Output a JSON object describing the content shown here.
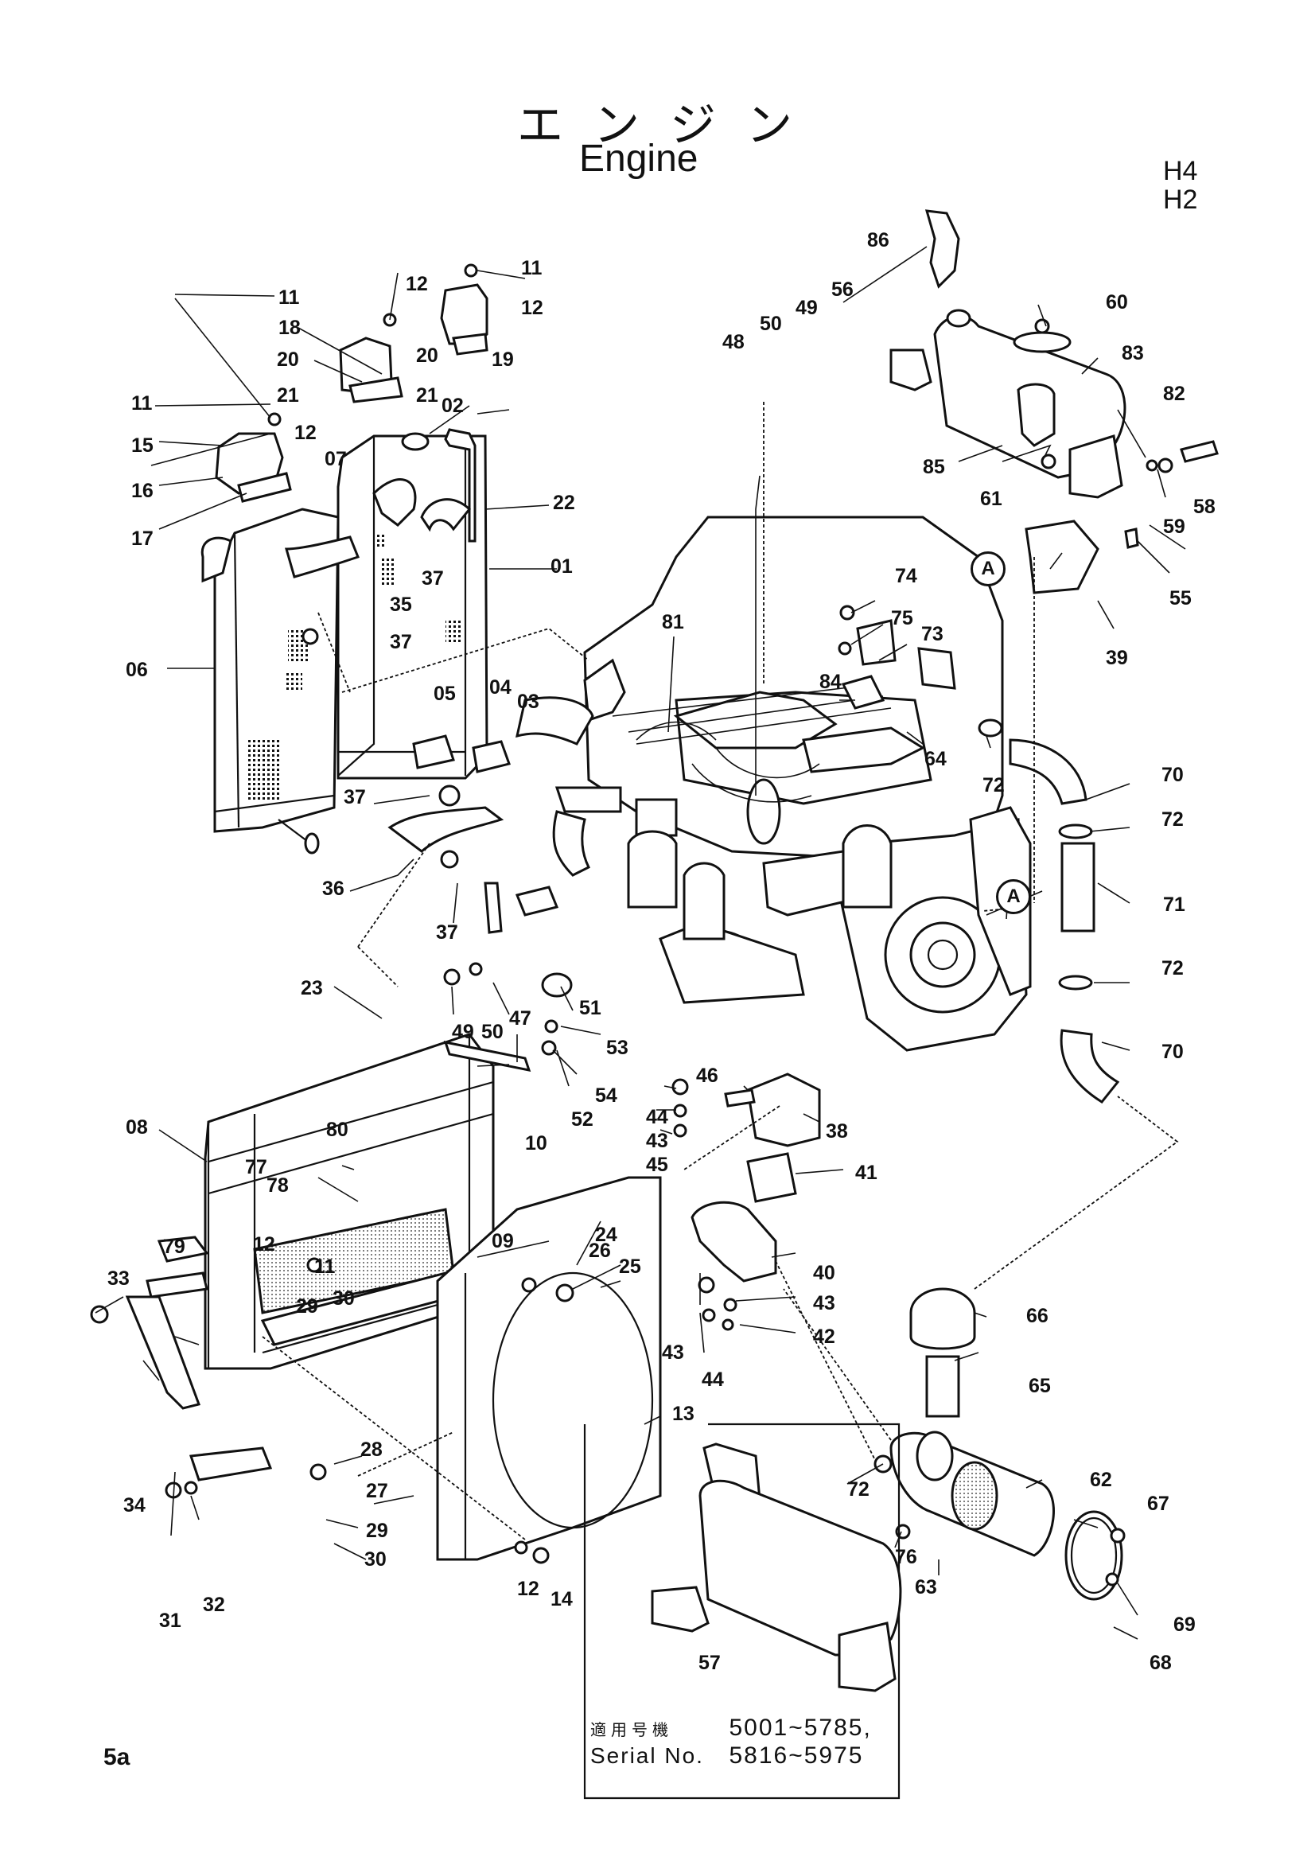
{
  "header": {
    "title_jp": "エンジン",
    "title_en": "Engine",
    "model_codes": [
      "H4",
      "H2"
    ]
  },
  "footer": {
    "page_number": "5a",
    "serial_label_jp": "適用号機",
    "serial_label_en": "Serial No.",
    "serial_ranges": [
      "5001~5785,",
      "5816~5975"
    ]
  },
  "diagram": {
    "callouts": [
      "01",
      "02",
      "03",
      "04",
      "05",
      "06",
      "07",
      "08",
      "09",
      "10",
      "11",
      "12",
      "13",
      "14",
      "15",
      "16",
      "17",
      "18",
      "19",
      "20",
      "21",
      "22",
      "23",
      "24",
      "25",
      "26",
      "27",
      "28",
      "29",
      "30",
      "31",
      "32",
      "33",
      "34",
      "35",
      "36",
      "37",
      "38",
      "39",
      "40",
      "41",
      "42",
      "43",
      "44",
      "45",
      "46",
      "47",
      "48",
      "49",
      "50",
      "51",
      "52",
      "53",
      "54",
      "55",
      "56",
      "57",
      "58",
      "59",
      "60",
      "61",
      "62",
      "63",
      "64",
      "65",
      "66",
      "67",
      "68",
      "69",
      "70",
      "71",
      "72",
      "73",
      "74",
      "75",
      "76",
      "77",
      "78",
      "79",
      "80",
      "81",
      "82",
      "83",
      "84",
      "85",
      "86"
    ],
    "reference_marks": [
      "A"
    ]
  }
}
